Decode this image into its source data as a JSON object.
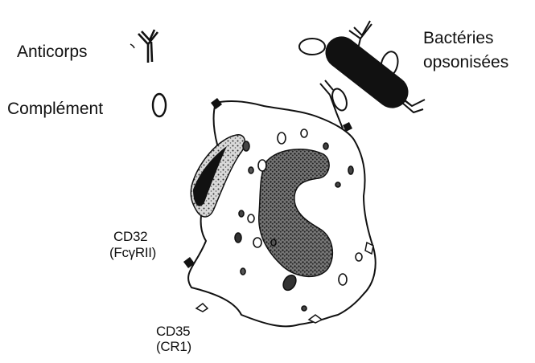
{
  "legend": {
    "antibody_label": "Anticorps",
    "complement_label": "Complément"
  },
  "labels": {
    "bacteria_line1": "Bactéries",
    "bacteria_line2": "opsonisées",
    "cd32_line1": "CD32",
    "cd32_line2": "(FcγRII)",
    "cd35_line1": "CD35",
    "cd35_line2": "(CR1)"
  },
  "icons": [
    "antibody-icon",
    "complement-icon",
    "bacterium-icon",
    "nucleus-icon",
    "phagosome-icon",
    "receptor-icon"
  ],
  "colors": {
    "ink": "#111111",
    "background": "#ffffff"
  }
}
